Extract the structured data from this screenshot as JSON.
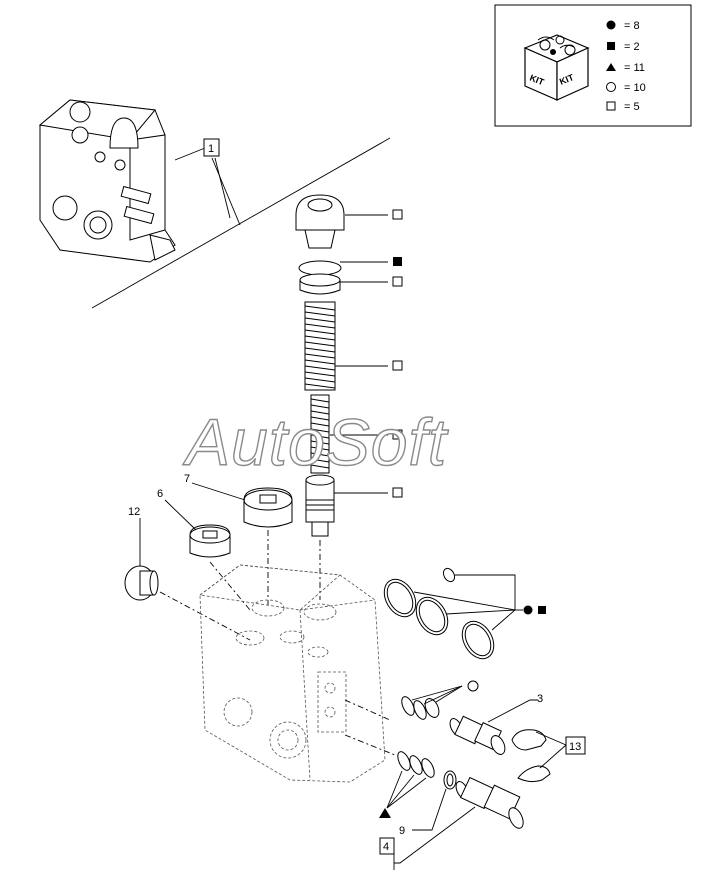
{
  "legend": {
    "kit_word_left": "KIT",
    "kit_word_right": "KIT",
    "rows": [
      {
        "symbol": "filled-circle",
        "text": "= 8"
      },
      {
        "symbol": "filled-square",
        "text": "= 2"
      },
      {
        "symbol": "filled-triangle",
        "text": "= 11"
      },
      {
        "symbol": "open-circle",
        "text": "= 10"
      },
      {
        "symbol": "open-square",
        "text": "= 5"
      }
    ]
  },
  "watermark": "AutoSoft",
  "callouts": {
    "c1": "1",
    "c3": "3",
    "c4": "4",
    "c6": "6",
    "c7": "7",
    "c9": "9",
    "c12": "12",
    "c13": "13"
  },
  "colors": {
    "line": "#000000",
    "ghost": "#555555",
    "watermark_outline": "#8a8a8a"
  }
}
